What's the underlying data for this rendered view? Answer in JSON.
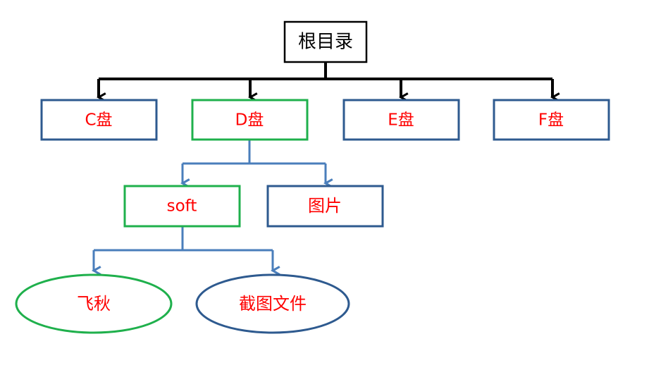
{
  "colors": {
    "root_border": "#000000",
    "root_text": "#000000",
    "blue_border": "#2E5A8F",
    "green_border": "#1FB04C",
    "label_red": "#FF0000",
    "black_connector": "#000000",
    "blue_connector": "#4A7EBB"
  },
  "root": {
    "label": "根目录"
  },
  "drives": [
    {
      "label": "C盘"
    },
    {
      "label": "D盘"
    },
    {
      "label": "E盘"
    },
    {
      "label": "F盘"
    }
  ],
  "d_children": [
    {
      "label": "soft"
    },
    {
      "label": "图片"
    }
  ],
  "soft_children": [
    {
      "label": "飞秋"
    },
    {
      "label": "截图文件"
    }
  ]
}
